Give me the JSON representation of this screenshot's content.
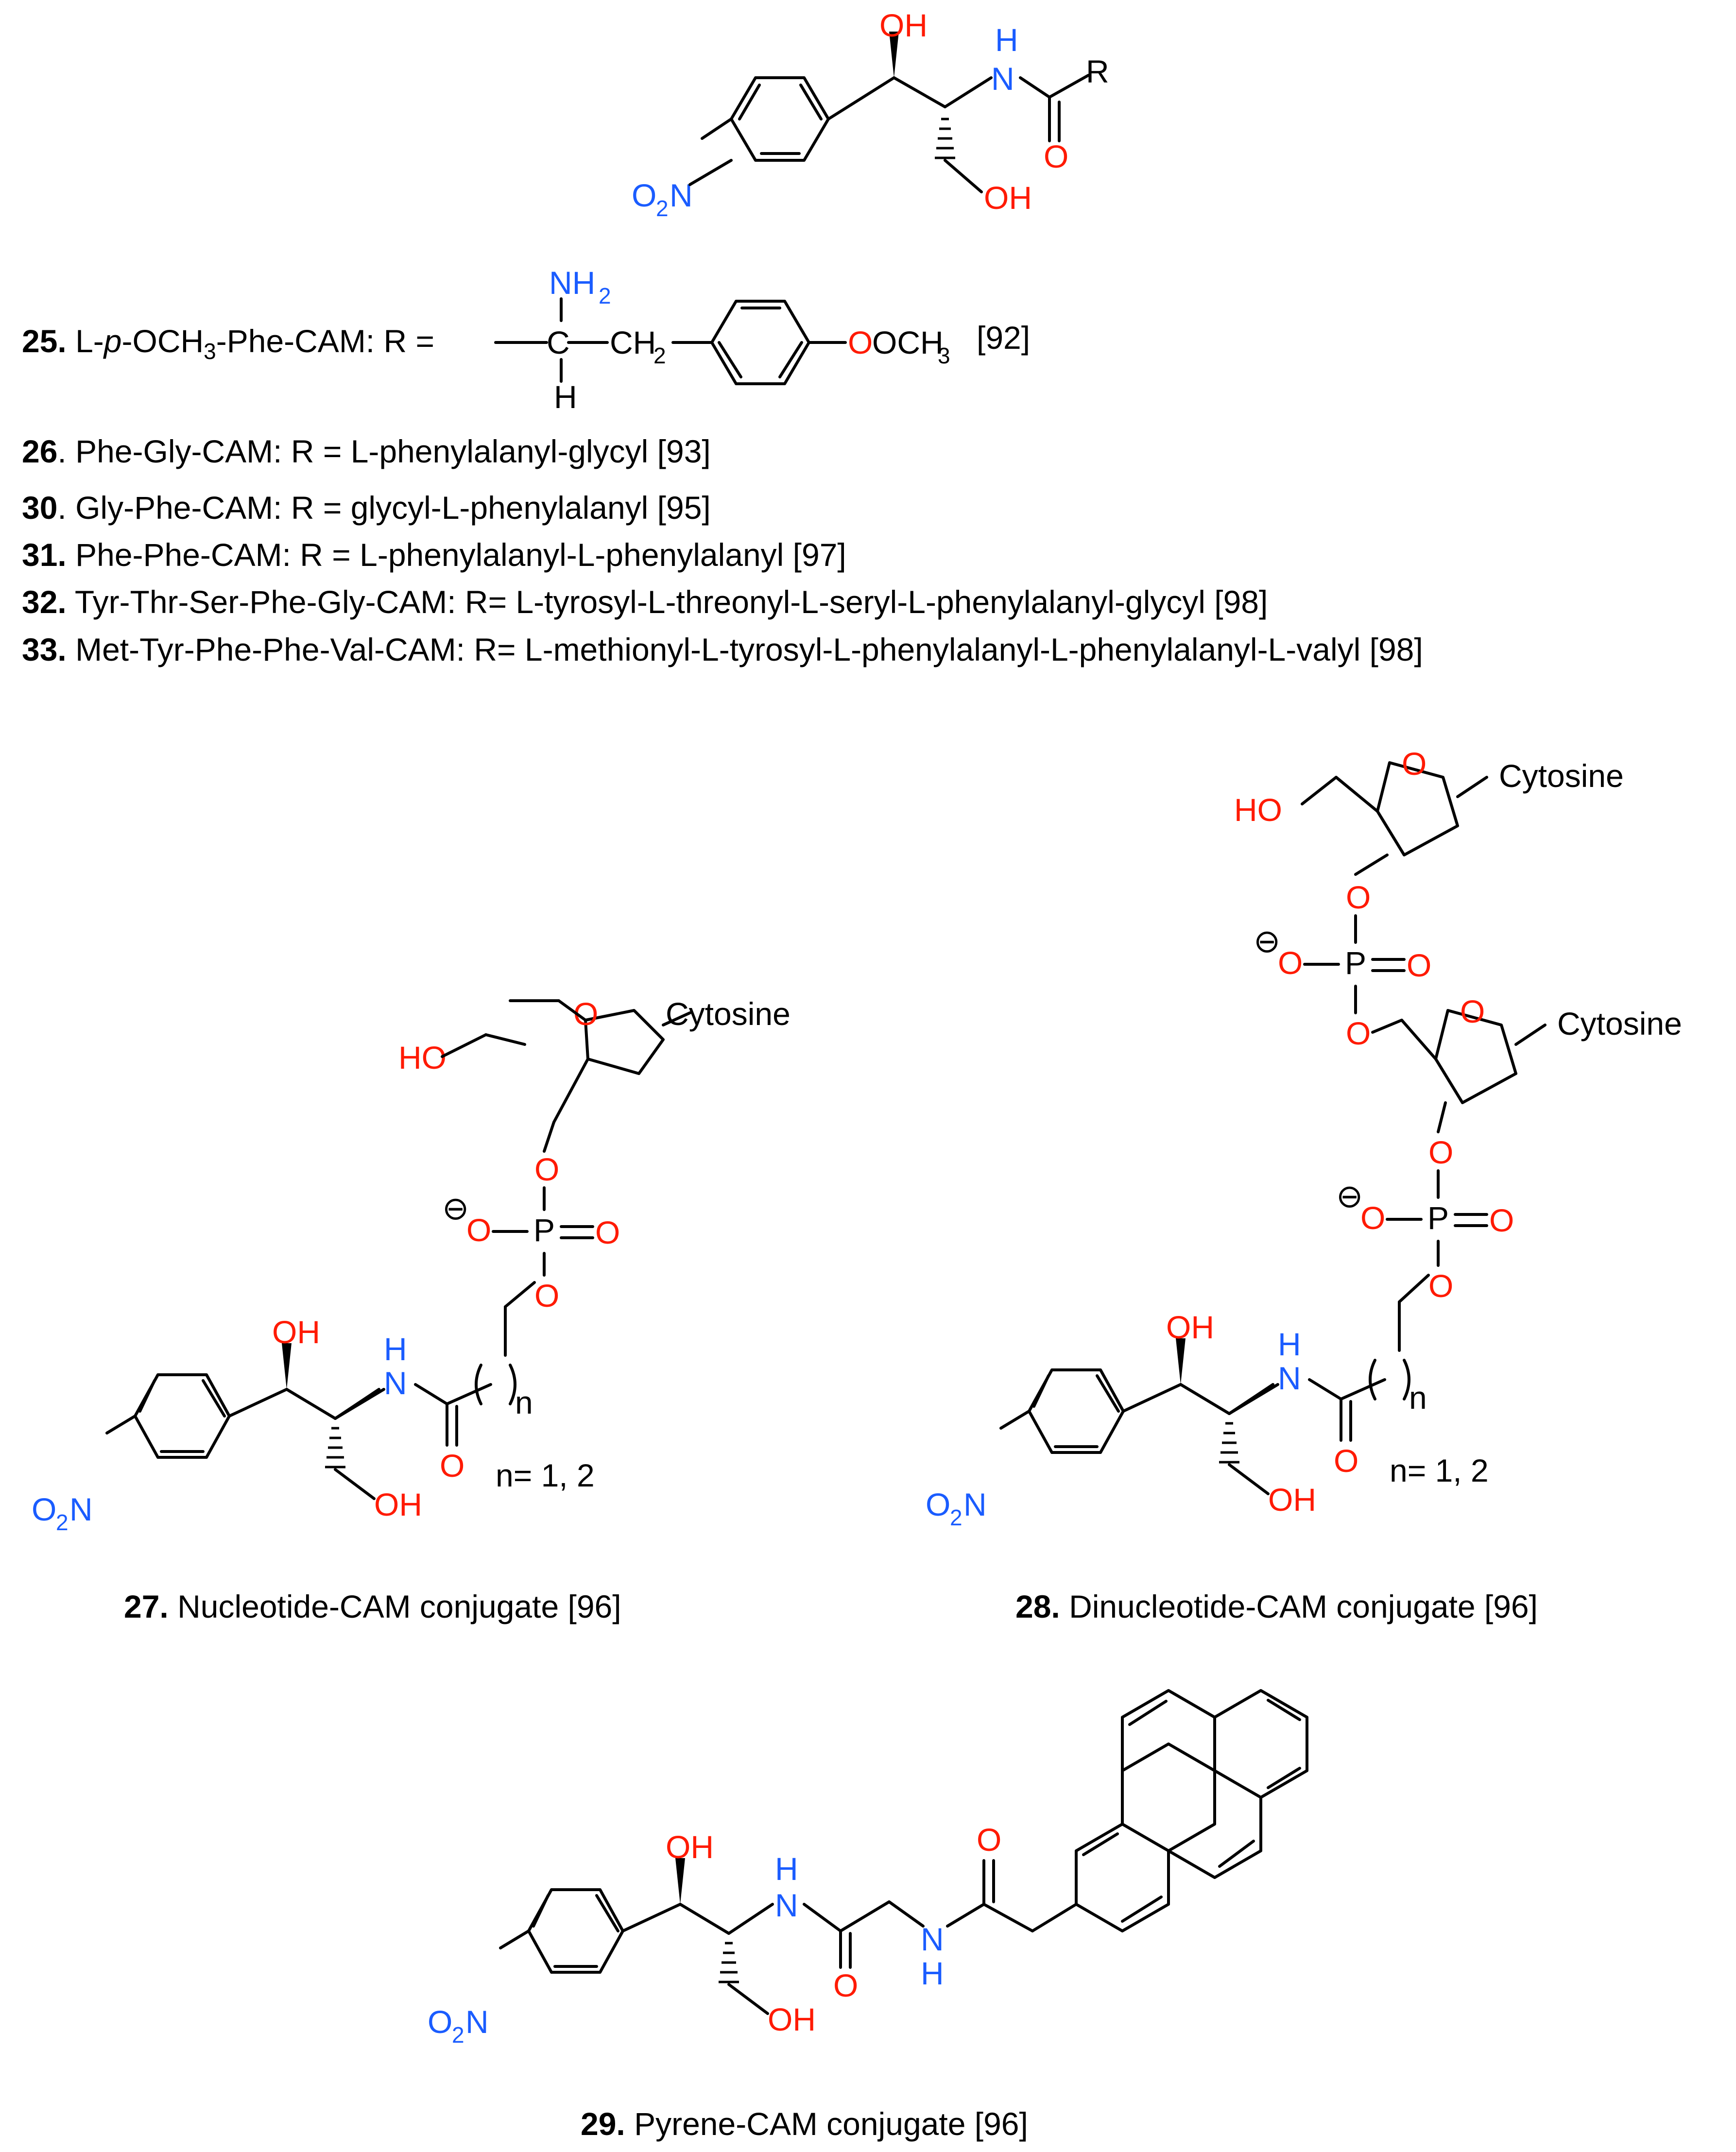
{
  "colors": {
    "oxygen": "#ff1a00",
    "nitrogen": "#1a5cff",
    "bond": "#000000"
  },
  "atoms": {
    "OH": "OH",
    "HO": "HO",
    "NH": "N",
    "H": "H",
    "O": "O",
    "R": "R",
    "N": "N",
    "P": "P",
    "O2N_O": "O",
    "O2N_2": "2",
    "O2N_N": "N",
    "NH2": "NH",
    "NH2_2": "2",
    "OCH3": "OCH",
    "OCH3_3": "3",
    "CH2": "CH",
    "CH2_2": "2",
    "C": "C",
    "minus": "⊖",
    "cytosine": "Cytosine",
    "n": "n"
  },
  "compounds": [
    {
      "number": "25.",
      "text": " L-",
      "italic": "p",
      "text2": "-OCH",
      "sub": "3",
      "text3": "-Phe-CAM: R =",
      "ref": "[92]"
    },
    {
      "number": "26",
      "text": ". Phe-Gly-CAM: R = L-phenylalanyl-glycyl [93]"
    },
    {
      "number": "30",
      "text": ". Gly-Phe-CAM: R = glycyl-L-phenylalanyl [95]"
    },
    {
      "number": "31.",
      "text": " Phe-Phe-CAM: R = L-phenylalanyl-L-phenylalanyl [97]"
    },
    {
      "number": "32.",
      "text": "  Tyr-Thr-Ser-Phe-Gly-CAM: R= L-tyrosyl-L-threonyl-L-seryl-L-phenylalanyl-glycyl [98]"
    },
    {
      "number": "33.",
      "text": " Met-Tyr-Phe-Phe-Val-CAM: R= L-methionyl-L-tyrosyl-L-phenylalanyl-L-phenylalanyl-L-valyl [98]"
    }
  ],
  "captions": [
    {
      "number": "27.",
      "text": " Nucleotide-CAM conjugate [96]"
    },
    {
      "number": "28.",
      "text": " Dinucleotide-CAM conjugate [96]"
    },
    {
      "number": "29.",
      "text": " Pyrene-CAM conjugate [96]"
    }
  ],
  "n_values": "n= 1, 2"
}
